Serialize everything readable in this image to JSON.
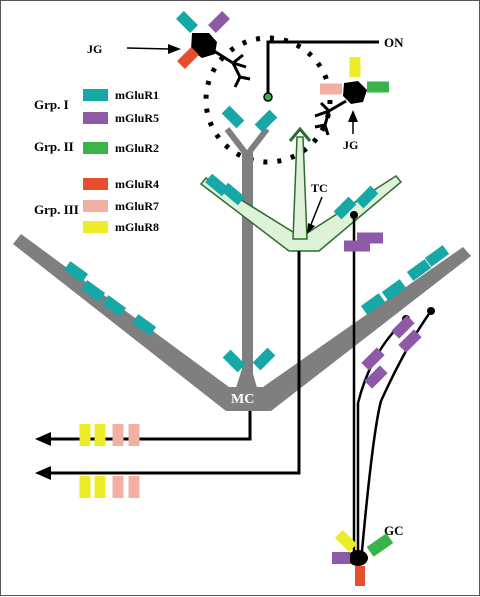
{
  "colors": {
    "mGluR1": "#16a8a6",
    "mGluR5": "#8e5aa8",
    "mGluR2": "#3ab44a",
    "mGluR4": "#e4502f",
    "mGluR7": "#f2b0a2",
    "mGluR8": "#ecec28",
    "mitral": "#7f7f7f",
    "tufted_fill": "#ddf2d9",
    "tufted_stroke": "#2f6b2f"
  },
  "labels": {
    "jg_left": "JG",
    "jg_right": "JG",
    "on": "ON",
    "tc": "TC",
    "mc": "MC",
    "gc": "GC"
  },
  "legend": {
    "groups": [
      {
        "name": "Grp. I",
        "receptors": [
          "mGluR1",
          "mGluR5"
        ]
      },
      {
        "name": "Grp. II",
        "receptors": [
          "mGluR2"
        ]
      },
      {
        "name": "Grp. III",
        "receptors": [
          "mGluR4",
          "mGluR7",
          "mGluR8"
        ]
      }
    ],
    "items": [
      {
        "label": "mGluR1",
        "color": "#16a8a6"
      },
      {
        "label": "mGluR5",
        "color": "#8e5aa8"
      },
      {
        "label": "mGluR2",
        "color": "#3ab44a"
      },
      {
        "label": "mGluR4",
        "color": "#e4502f"
      },
      {
        "label": "mGluR7",
        "color": "#f2b0a2"
      },
      {
        "label": "mGluR8",
        "color": "#ecec28"
      }
    ]
  }
}
